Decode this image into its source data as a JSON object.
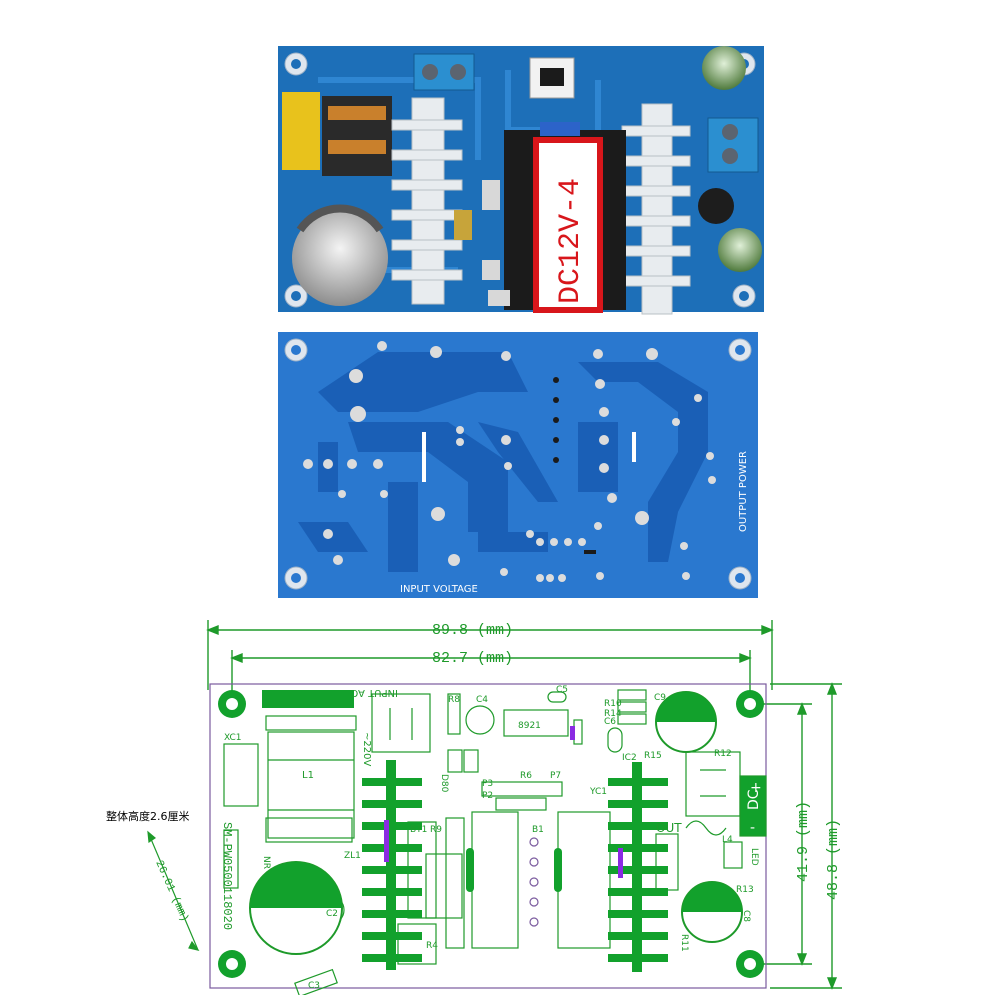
{
  "photo_top": {
    "transformer_label": "DC12V-4",
    "colors": {
      "board": "#1d6fb8",
      "heatsink": "#e8ecef",
      "label_border": "#d8161b"
    }
  },
  "photo_bottom": {
    "input_label": "INPUT VOLTAGE",
    "output_label": "OUTPUT POWER",
    "colors": {
      "board": "#2a78cf",
      "trace": "#1a5fb6",
      "pad": "#dcdcdc"
    }
  },
  "drawing": {
    "dim_width_outer": "89.8 (mm)",
    "dim_width_inner": "82.7 (mm)",
    "dim_height_inner": "41.9 (mm)",
    "dim_height_outer": "48.8 (mm)",
    "height_note": "整体高度2.6厘米",
    "height_dim": "26.01 (mm)",
    "board_code": "SM-PW0500118020",
    "labels": {
      "input_ac": "INPUT AC",
      "v220": "~220V",
      "xc1": "XC1",
      "l1": "L1",
      "zl1": "ZL1",
      "c2": "C2",
      "c3": "C3",
      "r8": "R8",
      "c4": "C4",
      "ic": "8921",
      "c5": "C5",
      "c9": "C9",
      "r10": "R10",
      "r14": "R14",
      "c6": "C6",
      "ic2": "IC2",
      "r15": "R15",
      "r12": "R12",
      "dc": "DC",
      "plus": "+",
      "minus": "-",
      "out": "OUT",
      "r6": "R6",
      "p7": "P7",
      "yc1": "YC1",
      "p3": "P3",
      "p2": "P2",
      "bt1": "BT1",
      "r9": "R9",
      "b1": "B1",
      "r4": "R4",
      "led": "LED",
      "r13": "R13",
      "c8": "C8",
      "r11": "R11",
      "l4": "L4",
      "nr": "NR",
      "d80": "D80"
    },
    "colors": {
      "line": "#1e9a2a",
      "fill": "#12a12c",
      "accent": "#8a2be2",
      "outline": "#7a5a9e"
    }
  }
}
